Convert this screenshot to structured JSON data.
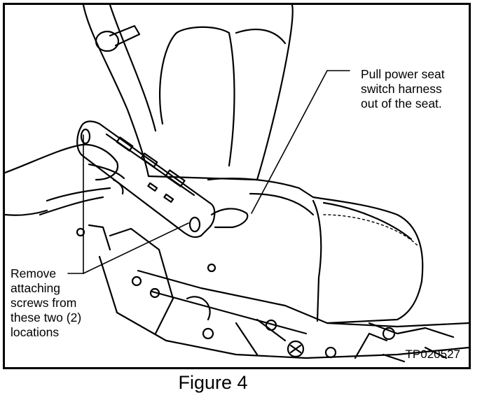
{
  "figure": {
    "caption": "Figure 4",
    "code": "TP020527"
  },
  "callouts": {
    "harness": "Pull power seat\nswitch harness\nout of the seat.",
    "screws": "Remove\nattaching\nscrews from\nthese two (2)\nlocations"
  },
  "colors": {
    "line": "#000000",
    "background": "#ffffff"
  }
}
